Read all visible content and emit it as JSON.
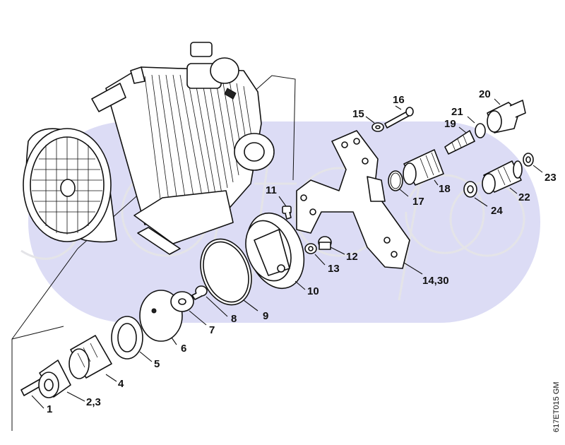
{
  "watermark": {
    "color": "#dcdcf5",
    "outline": "#e4e4e8"
  },
  "drawing_code": "617ET015 GM",
  "labels": {
    "p1": "1",
    "p23": "2,3",
    "p4": "4",
    "p5": "5",
    "p6": "6",
    "p7": "7",
    "p8": "8",
    "p9": "9",
    "p10": "10",
    "p11": "11",
    "p12": "12",
    "p13": "13",
    "p1430": "14,30",
    "p15": "15",
    "p16": "16",
    "p17": "17",
    "p18": "18",
    "p19": "19",
    "p20": "20",
    "p21": "21",
    "p22": "22",
    "p23b": "23",
    "p24": "24"
  }
}
